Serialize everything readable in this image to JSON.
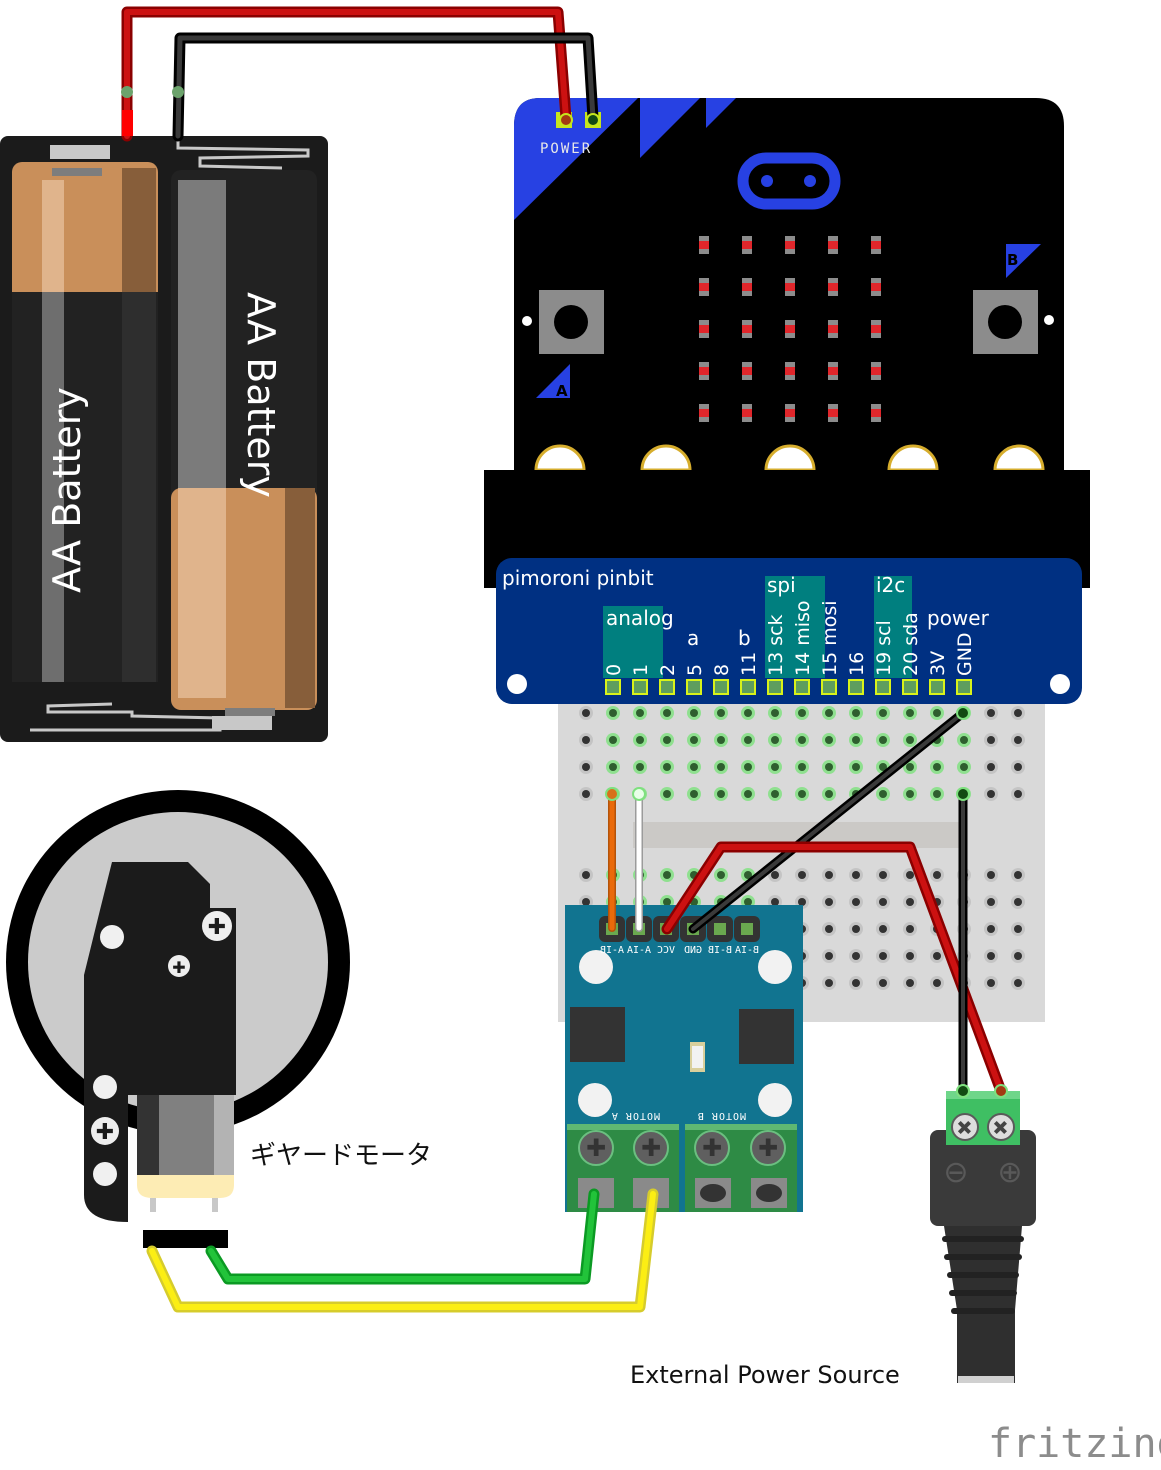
{
  "diagram": {
    "tool_logo": "fritzing",
    "components": {
      "battery_holder": {
        "cells": [
          {
            "label": "AA Battery"
          },
          {
            "label": "AA Battery"
          }
        ]
      },
      "microbit": {
        "power_label": "POWER",
        "button_a": "A",
        "button_b": "B",
        "led_rows": 5,
        "led_cols": 5,
        "led_color": "#e0262b",
        "accent_color": "#2741e3"
      },
      "pinbit": {
        "title": "pimoroni pinbit",
        "groups": {
          "analog": "analog",
          "a": "a",
          "b": "b",
          "spi": "spi",
          "i2c": "i2c",
          "power": "power"
        },
        "pins": [
          "0",
          "1",
          "2",
          "5",
          "8",
          "11",
          "13 sck",
          "14 miso",
          "15 mosi",
          "16",
          "19 scl",
          "20 sda",
          "3V",
          "GND"
        ],
        "board_color": "#003082",
        "group_color": "#007f7f"
      },
      "motor_driver": {
        "header_pins": [
          "B-IA",
          "B-IB",
          "GND",
          "VCC",
          "A-IA",
          "A-IB"
        ],
        "motor_a_label": "MOTOR A",
        "motor_b_label": "MOTOR B",
        "board_color": "#117490"
      },
      "gear_motor": {
        "label": "ギヤードモータ"
      },
      "dc_jack": {
        "label": "External Power Source",
        "minus_symbol": "⊖",
        "plus_symbol": "⊕"
      }
    },
    "wires": [
      {
        "from": "battery +",
        "to": "microbit POWER +",
        "color": "#cc1111"
      },
      {
        "from": "battery -",
        "to": "microbit POWER -",
        "color": "#222222"
      },
      {
        "from": "pinbit 0",
        "to": "motor driver A-IB",
        "color": "#e86a10"
      },
      {
        "from": "pinbit 1",
        "to": "motor driver A-IA",
        "color": "#ffffff"
      },
      {
        "from": "pinbit GND",
        "to": "motor driver GND",
        "color": "#222222"
      },
      {
        "from": "DC jack +",
        "to": "motor driver VCC",
        "color": "#cc1111"
      },
      {
        "from": "DC jack -",
        "to": "pinbit GND rail",
        "color": "#222222"
      },
      {
        "from": "MOTOR A terminal 1",
        "to": "gear motor terminal 2",
        "color": "#22c33a"
      },
      {
        "from": "MOTOR A terminal 2",
        "to": "gear motor terminal 1",
        "color": "#f5ea14"
      }
    ]
  }
}
